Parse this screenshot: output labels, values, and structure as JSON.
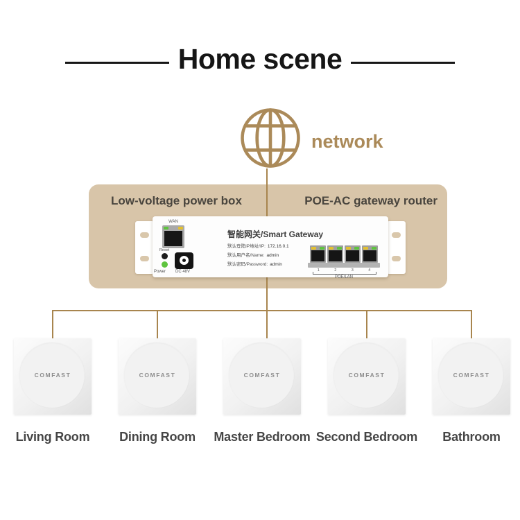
{
  "title": "Home scene",
  "internet": {
    "label": "network"
  },
  "gateway_box": {
    "left_label": "Low-voltage power box",
    "right_label": "POE-AC gateway router"
  },
  "device": {
    "name": "智能网关/Smart Gateway",
    "wan_label": "WAN",
    "reset_label": "Reset",
    "power_label": "Power",
    "dc_label": "DC 48V",
    "info_lines": [
      {
        "label": "默认登陆IP地址/IP:",
        "value": "172.16.0.1"
      },
      {
        "label": "默认用户名/Name:",
        "value": "admin"
      },
      {
        "label": "默认密码/Password:",
        "value": "admin"
      }
    ],
    "port_numbers": [
      "1",
      "2",
      "3",
      "4"
    ],
    "ports_label": "POE/LAN"
  },
  "access_points": [
    {
      "brand": "COMFAST",
      "room": "Living Room"
    },
    {
      "brand": "COMFAST",
      "room": "Dining Room"
    },
    {
      "brand": "COMFAST",
      "room": "Master Bedroom"
    },
    {
      "brand": "COMFAST",
      "room": "Second Bedroom"
    },
    {
      "brand": "COMFAST",
      "room": "Bathroom"
    }
  ],
  "colors": {
    "accent": "#ab8a59",
    "line": "#a8854e",
    "box_bg": "#d8c5a9",
    "title": "#161616",
    "label": "#49453e",
    "led_green": "#5ec43e",
    "led_yellow": "#e3c02f"
  }
}
